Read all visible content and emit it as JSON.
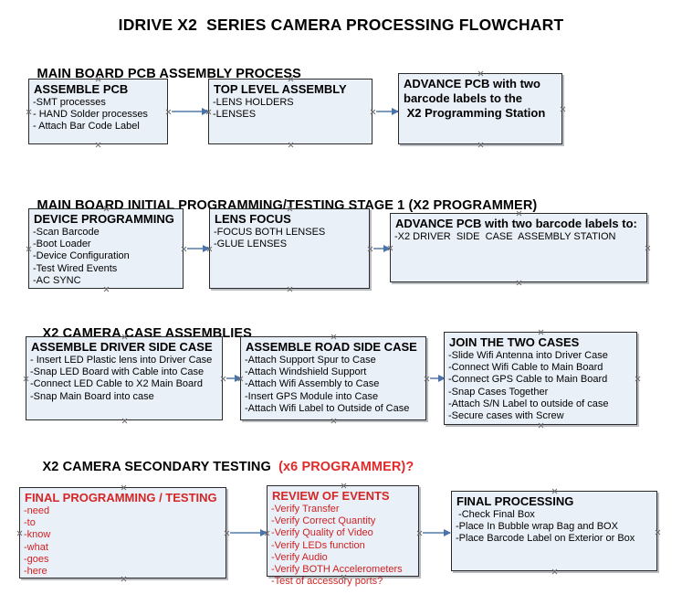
{
  "title": "IDRIVE X2  SERIES CAMERA PROCESSING FLOWCHART",
  "sections": [
    {
      "id": "s1",
      "label": "MAIN BOARD PCB ASSEMBLY PROCESS",
      "accent": ""
    },
    {
      "id": "s2",
      "label": "MAIN BOARD INITIAL PROGRAMMING/TESTING STAGE 1 (X2 PROGRAMMER)",
      "accent": ""
    },
    {
      "id": "s3",
      "label": "X2 CAMERA CASE ASSEMBLIES",
      "accent": ""
    },
    {
      "id": "s4",
      "label": "X2 CAMERA SECONDARY TESTING  ",
      "accent": "(x6 PROGRAMMER)?"
    }
  ],
  "colors": {
    "box_fill": "#eaf0f8",
    "box_border": "#2b2b2b",
    "connector": "#7e9cbd",
    "arrow_head": "#4a72ab",
    "accent_red": "#d42626",
    "text": "#000000"
  },
  "boxes": [
    {
      "id": "assemble-pcb",
      "header": "ASSEMBLE PCB",
      "lines": [
        "-SMT processes",
        "- HAND Solder processes",
        "- Attach Bar Code Label"
      ],
      "red": false
    },
    {
      "id": "top-level-assembly",
      "header": "TOP LEVEL ASSEMBLY",
      "lines": [
        "-LENS HOLDERS",
        "-LENSES"
      ],
      "red": false
    },
    {
      "id": "advance-pcb-programming-station",
      "header": "ADVANCE PCB with two",
      "lines": [
        "barcode labels to the",
        " X2 Programming Station"
      ],
      "red": false
    },
    {
      "id": "device-programming",
      "header": "DEVICE PROGRAMMING",
      "lines": [
        "-Scan Barcode",
        "-Boot Loader",
        "-Device Configuration",
        "-Test Wired Events",
        "-AC SYNC"
      ],
      "red": false
    },
    {
      "id": "lens-focus",
      "header": "LENS FOCUS",
      "lines": [
        "-FOCUS BOTH LENSES",
        "-GLUE LENSES"
      ],
      "red": false
    },
    {
      "id": "advance-pcb-driver-side",
      "header": "ADVANCE PCB with two barcode labels to:",
      "lines": [
        "-X2 DRIVER  SIDE  CASE  ASSEMBLY STATION"
      ],
      "red": false
    },
    {
      "id": "assemble-driver-side-case",
      "header": "ASSEMBLE DRIVER SIDE CASE",
      "lines": [
        "- Insert LED Plastic lens into Driver Case",
        "-Snap LED Board with Cable into Case",
        "-Connect LED Cable to X2 Main Board",
        "-Snap Main Board into case"
      ],
      "red": false
    },
    {
      "id": "assemble-road-side-case",
      "header": "ASSEMBLE ROAD SIDE CASE",
      "lines": [
        "-Attach Support Spur to Case",
        "-Attach Windshield Support",
        "-Attach Wifi Assembly to Case",
        "-Insert GPS Module into Case",
        "-Attach Wifi Label to Outside of Case"
      ],
      "red": false
    },
    {
      "id": "join-the-two-cases",
      "header": "JOIN THE TWO CASES",
      "lines": [
        "-Slide Wifi Antenna into Driver Case",
        "-Connect Wifi Cable to Main Board",
        "-Connect GPS Cable to Main Board",
        "-Snap Cases Together",
        "-Attach S/N Label to outside of case",
        "-Secure cases with Screw"
      ],
      "red": false
    },
    {
      "id": "final-programming-testing",
      "header": "FINAL PROGRAMMING / TESTING",
      "lines": [
        "-need",
        "-to",
        "-know",
        "-what",
        "-goes",
        "-here"
      ],
      "red": true
    },
    {
      "id": "review-of-events",
      "header": "REVIEW OF EVENTS",
      "lines": [
        "-Verify Transfer",
        "-Verify Correct Quantity",
        "-Verify Quality of Video",
        "-Verify LEDs function",
        "-Verify Audio",
        "-Verify BOTH Accelerometers",
        "-Test of accessory ports?"
      ],
      "red": true
    },
    {
      "id": "final-processing",
      "header": "FINAL PROCESSING",
      "lines": [
        " -Check Final Box",
        "-Place In Bubble wrap Bag and BOX",
        "-Place Barcode Label on Exterior or Box"
      ],
      "red": false
    }
  ]
}
